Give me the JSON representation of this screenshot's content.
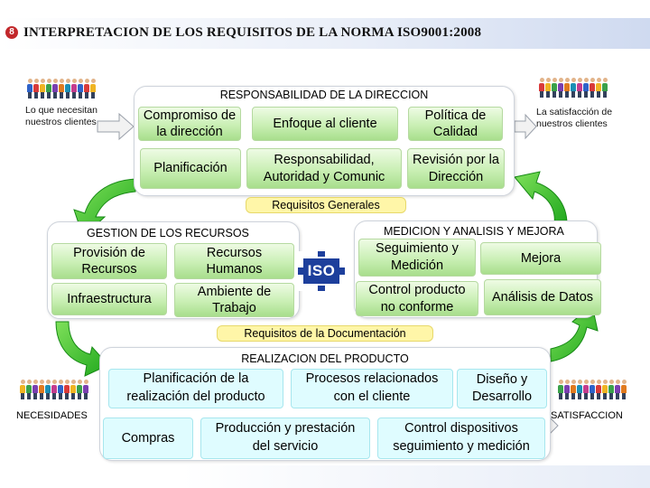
{
  "title": {
    "bullet": "8",
    "text": "INTERPRETACION DE LOS REQUISITOS DE LA NORMA ISO9001:2008"
  },
  "left_top_label": "Lo que necesitan nuestros clientes",
  "right_top_label": "La satisfacción de nuestros clientes",
  "direccion": {
    "title": "RESPONSABILIDAD DE LA DIRECCION",
    "compromiso": "Compromiso de la dirección",
    "enfoque": "Enfoque al cliente",
    "politica": "Política de Calidad",
    "planificacion": "Planificación",
    "responsabilidad": "Responsabilidad, Autoridad y Comunic",
    "revision": "Revisión por la Dirección",
    "requisitos_generales": "Requisitos Generales"
  },
  "recursos": {
    "title": "GESTION DE LOS RECURSOS",
    "provision": "Provisión de Recursos",
    "humanos": "Recursos Humanos",
    "infraestructura": "Infraestructura",
    "ambiente": "Ambiente de Trabajo"
  },
  "iso_logo_text": "ISO",
  "medicion": {
    "title": "MEDICION Y ANALISIS Y MEJORA",
    "seguimiento": "Seguimiento y Medición",
    "mejora": "Mejora",
    "control": "Control producto no conforme",
    "analisis": "Análisis de Datos"
  },
  "requisitos_documentacion": "Requisitos de la Documentación",
  "producto": {
    "title": "REALIZACION DEL PRODUCTO",
    "planificacion": "Planificación de la realización del producto",
    "procesos": "Procesos relacionados con el cliente",
    "diseno": "Diseño y Desarrollo",
    "compras": "Compras",
    "produccion": "Producción y prestación del servicio",
    "control_dispositivos": "Control dispositivos seguimiento y medición"
  },
  "necesidades_label": "NECESIDADES",
  "satisfaccion_label": "SATISFACCION",
  "colors": {
    "green_arrow": "#2fc22b",
    "green_box": "#c9efb4",
    "yellow_box": "#fff6a8",
    "cyan_box": "#dffcff",
    "iso_blue": "#1d3f9c",
    "bullet_red": "#c2282b"
  },
  "icons": [
    "people-group-icon",
    "iso-logo-icon",
    "curved-arrow-icon"
  ]
}
